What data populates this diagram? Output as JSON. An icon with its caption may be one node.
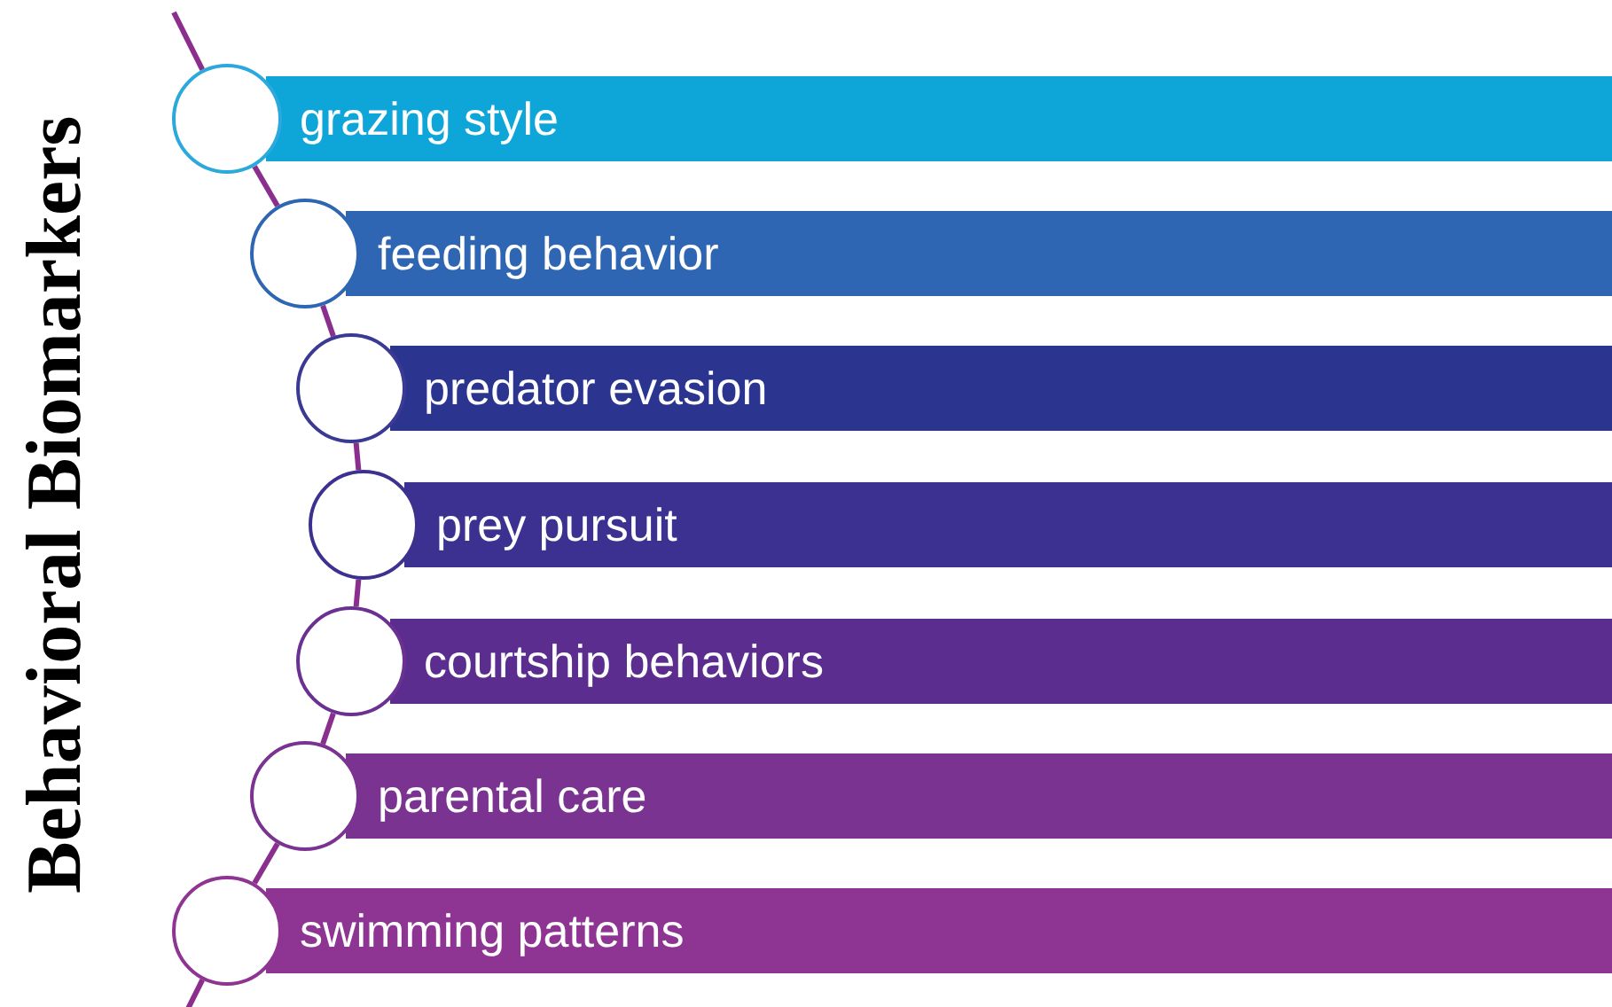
{
  "diagram": {
    "title": "Behavioral Biomarkers",
    "nodes": [
      {
        "text": [
          "grazing style"
        ]
      },
      {
        "text": [
          "feeding behavior"
        ]
      },
      {
        "text": [
          "predator evasion"
        ]
      },
      {
        "text": [
          "prey pursuit"
        ]
      },
      {
        "text": [
          "courtship behaviors"
        ]
      },
      {
        "text": [
          "parental care"
        ]
      },
      {
        "text": [
          "swimming patterns"
        ]
      },
      {
        "text": [],
        "shape": "circle"
      },
      {
        "text": [],
        "shape": "circle"
      },
      {
        "text": [],
        "shape": "circle"
      },
      {
        "text": [],
        "shape": "circle"
      },
      {
        "text": [],
        "shape": "circle"
      },
      {
        "text": [],
        "shape": "circle"
      },
      {
        "text": [],
        "shape": "circle"
      }
    ],
    "edges": [
      {
        "from": null,
        "to": 7,
        "arrow": "none"
      },
      {
        "from": 7,
        "to": 8,
        "arrow": "none"
      },
      {
        "from": 8,
        "to": 9,
        "arrow": "none"
      },
      {
        "from": 9,
        "to": 10,
        "arrow": "none"
      },
      {
        "from": 10,
        "to": 11,
        "arrow": "none"
      },
      {
        "from": 11,
        "to": 12,
        "arrow": "none"
      },
      {
        "from": 12,
        "to": 13,
        "arrow": "none"
      },
      {
        "from": 13,
        "to": null,
        "arrow": "none"
      }
    ]
  }
}
